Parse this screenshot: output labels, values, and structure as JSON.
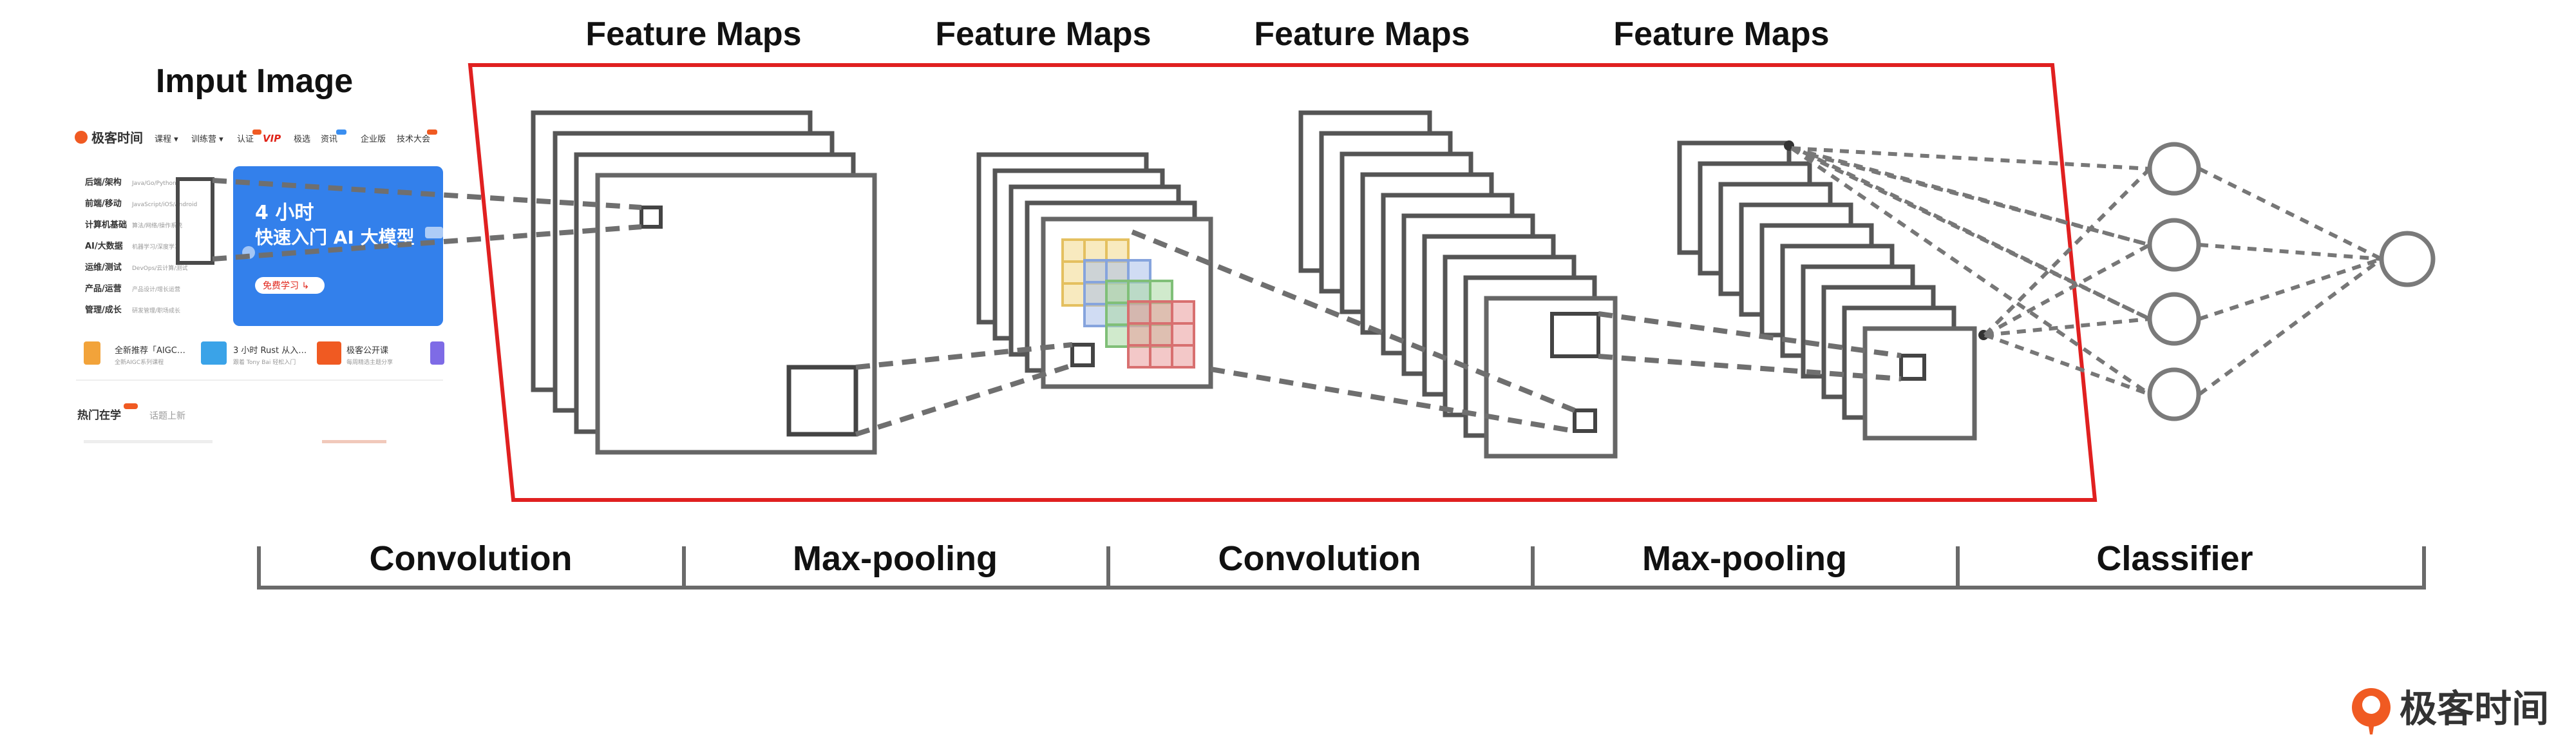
{
  "titles": {
    "input_image": "Imput Image",
    "feature_maps_1": "Feature Maps",
    "feature_maps_2": "Feature Maps",
    "feature_maps_3": "Feature Maps",
    "feature_maps_4": "Feature Maps"
  },
  "stages": [
    {
      "label": "Convolution"
    },
    {
      "label": "Max-pooling"
    },
    {
      "label": "Convolution"
    },
    {
      "label": "Max-pooling"
    },
    {
      "label": "Classifier"
    }
  ],
  "input_screenshot": {
    "brand": "极客时间",
    "nav": [
      "课程 ▾",
      "训练营 ▾",
      "认证",
      "VIP",
      "极选",
      "资讯",
      "企业版",
      "技术大会"
    ],
    "categories": [
      "后端/架构",
      "前端/移动",
      "计算机基础",
      "AI/大数据",
      "运维/测试",
      "产品/运营",
      "管理/成长"
    ],
    "category_hints": [
      "Java/Go/Python",
      "JavaScript/iOS/Android",
      "算法/网络/操作系统",
      "机器学习/深度学习",
      "DevOps/云计算/测试",
      "产品设计/增长运营",
      "研发管理/职场成长"
    ],
    "banner_line1": "4 小时",
    "banner_line2": "快速入门 AI 大模型",
    "banner_button": "免费学习 ↳",
    "cards": [
      "全新推荐「AIGC…",
      "3 小时 Rust 从入…",
      "极客公开课"
    ],
    "card_subs": [
      "全新AIGC系列课程",
      "跟着 Tony Bai 轻松入门",
      "每周精选主题分享"
    ],
    "hot_title": "热门在学",
    "hot_tab": "话题上新",
    "accent_color": "#f05a22",
    "banner_color": "#1f6fe0"
  },
  "colors": {
    "frame_red": "#e02020",
    "grid_yellow": "#f3d98a",
    "grid_blue": "#a9c0ea",
    "grid_green": "#a9d8a3",
    "grid_red": "#e99a9a"
  },
  "logo": {
    "text": "极客时间",
    "icon": "geektime-logo-icon"
  }
}
